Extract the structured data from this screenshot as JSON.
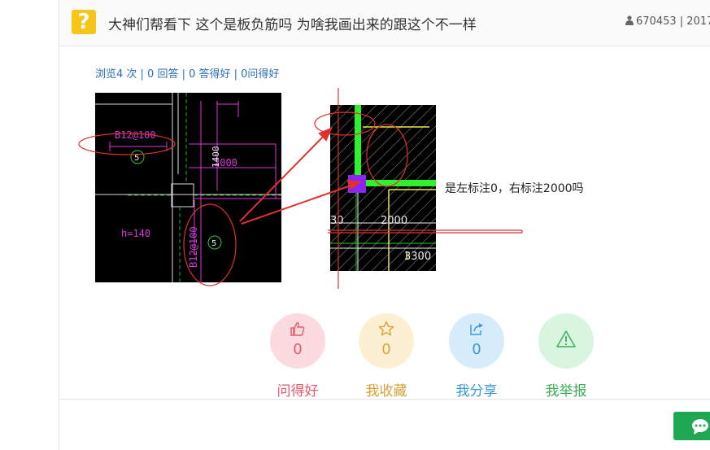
{
  "question": {
    "icon_glyph": "?",
    "title": "大神们帮看下 这个是板负筋吗 为啥我画出来的跟这个不一样",
    "user_id": "670453",
    "meta_suffix": " | 2017"
  },
  "stats": {
    "text": "浏览4 次 | 0 回答 | 0 答得好 | 0问得好"
  },
  "cad1": {
    "label_top": "B12@100",
    "circle_num_top": "5",
    "dim_label": "2000",
    "dim_label_rotated": "1400",
    "slab": "h=140",
    "label_bottom": "B12@100",
    "circle_num_bottom": "5"
  },
  "cad2": {
    "dim_left": "30",
    "dim_mid": "2000",
    "dim_bottom": "3300"
  },
  "annotation": "是左标注0，右标注2000吗",
  "actions": [
    {
      "label": "问得好",
      "count": "0",
      "icon": "thumbs-up-icon",
      "bg": "#fcdbe0",
      "color": "#e45a6e"
    },
    {
      "label": "我收藏",
      "count": "0",
      "icon": "star-icon",
      "bg": "#fdefd2",
      "color": "#d9a23a"
    },
    {
      "label": "我分享",
      "count": "0",
      "icon": "share-icon",
      "bg": "#d6ecfa",
      "color": "#3a9ad9"
    },
    {
      "label": "我举报",
      "count": "",
      "icon": "warning-icon",
      "bg": "#d9f5df",
      "color": "#3cae5a"
    }
  ]
}
